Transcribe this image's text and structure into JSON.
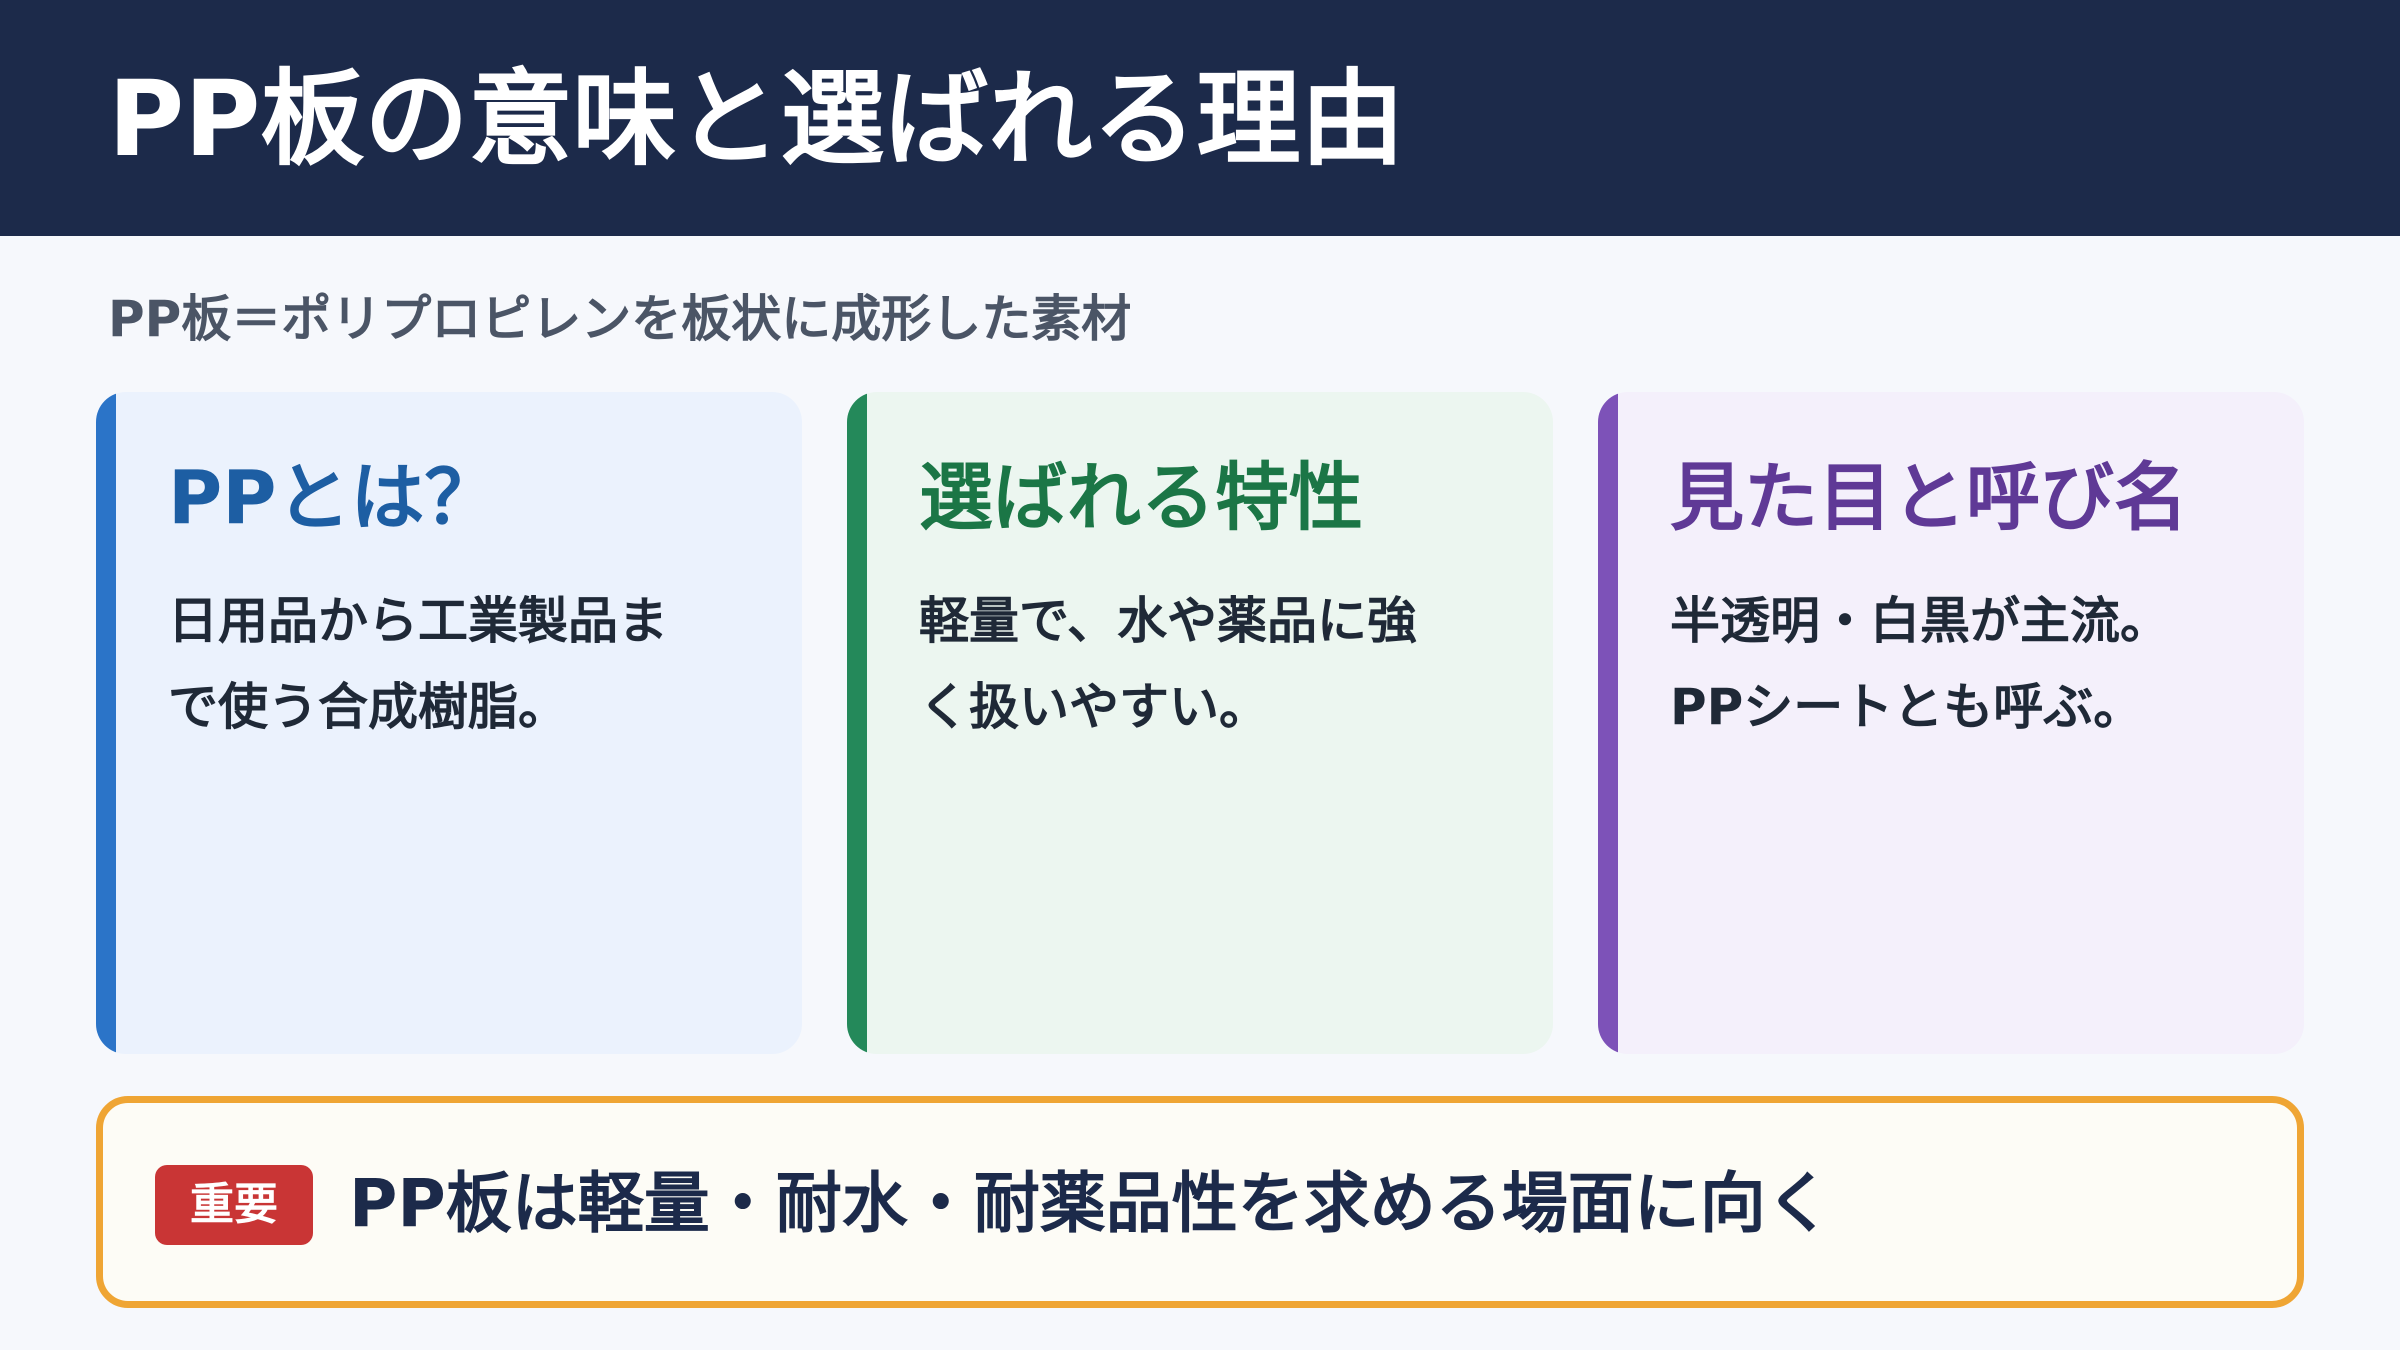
{
  "header": {
    "title": "PP板の意味と選ばれる理由"
  },
  "subtitle": "PP板＝ポリプロピレンを板状に成形した素材",
  "cards": [
    {
      "title": "PPとは？",
      "body": "日用品から工業製品ま\nで使う合成樹脂。",
      "accent": "#2b74c8"
    },
    {
      "title": "選ばれる特性",
      "body": "軽量で、水や薬品に強\nく扱いやすい。",
      "accent": "#24895a"
    },
    {
      "title": "見た目と呼び名",
      "body": "半透明・白黒が主流。\nPPシートとも呼ぶ。",
      "accent": "#7d52b8"
    }
  ],
  "callout": {
    "badge": "重要",
    "text": "PP板は軽量・耐水・耐薬品性を求める場面に向く",
    "border_color": "#efa534",
    "badge_color": "#c93535"
  },
  "colors": {
    "header_bg": "#1c2a4a",
    "page_bg": "#f6f8fc"
  }
}
